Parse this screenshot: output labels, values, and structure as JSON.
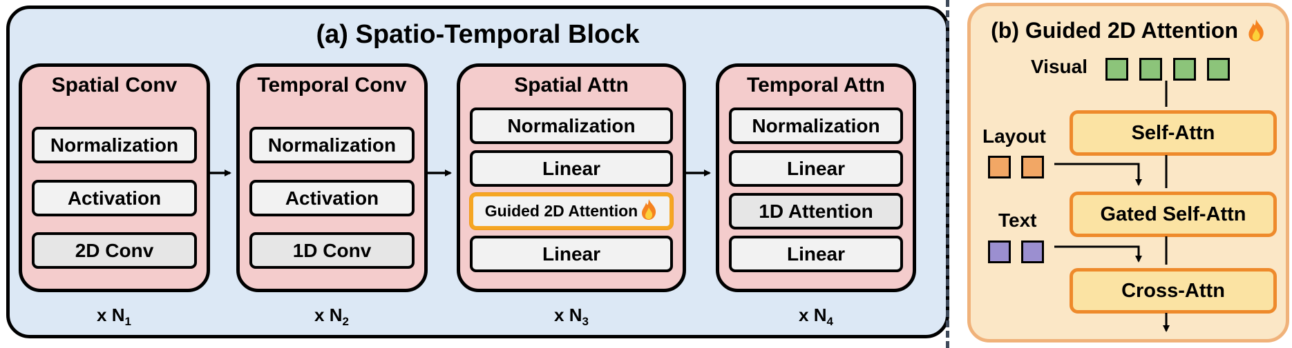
{
  "panel_a": {
    "title": "(a) Spatio-Temporal Block",
    "blocks": [
      {
        "title": "Spatial Conv",
        "layers": [
          "Normalization",
          "Activation",
          "2D Conv"
        ],
        "repeat": "x N",
        "repeat_sub": "1"
      },
      {
        "title": "Temporal Conv",
        "layers": [
          "Normalization",
          "Activation",
          "1D Conv"
        ],
        "repeat": "x N",
        "repeat_sub": "2"
      },
      {
        "title": "Spatial Attn",
        "layers": [
          "Normalization",
          "Linear",
          "Guided 2D Attention",
          "Linear"
        ],
        "repeat": "x N",
        "repeat_sub": "3"
      },
      {
        "title": "Temporal Attn",
        "layers": [
          "Normalization",
          "Linear",
          "1D Attention",
          "Linear"
        ],
        "repeat": "x N",
        "repeat_sub": "4"
      }
    ]
  },
  "panel_b": {
    "title": "(b) Guided 2D Attention",
    "visual_label": "Visual",
    "layout_label": "Layout",
    "text_label": "Text",
    "self_attn": "Self-Attn",
    "gated_self_attn": "Gated Self-Attn",
    "cross_attn": "Cross-Attn"
  },
  "icons": {
    "fire": "fire-icon"
  },
  "colors": {
    "panel_a_bg": "#dce8f5",
    "block_bg": "#f4cccc",
    "guided_border": "#f5a623",
    "panel_b_bg": "#fbe7c6",
    "attn_border": "#ee8a2b",
    "visual_token": "#8cc47a",
    "layout_token": "#f2a765",
    "text_token": "#9b8fd0"
  }
}
